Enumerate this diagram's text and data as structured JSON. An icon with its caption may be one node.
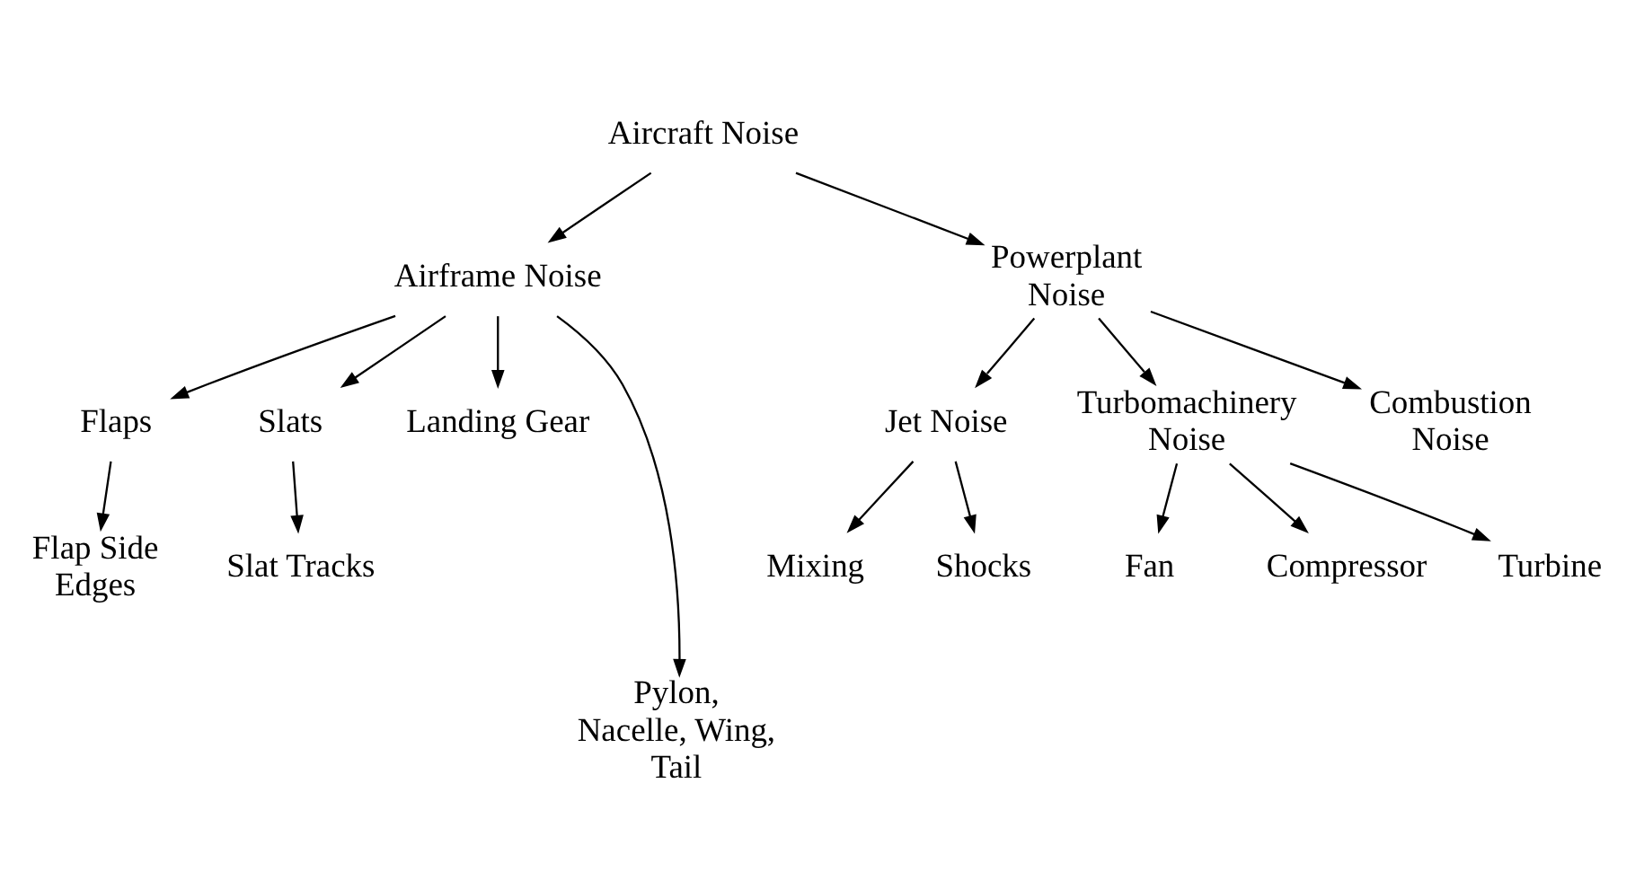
{
  "diagram": {
    "nodes": [
      {
        "text": [
          "Aircraft Noise"
        ]
      },
      {
        "text": [
          "Airframe Noise"
        ]
      },
      {
        "text": [
          "Powerplant Noise"
        ]
      },
      {
        "text": [
          "Flaps"
        ]
      },
      {
        "text": [
          "Slats"
        ]
      },
      {
        "text": [
          "Landing Gear"
        ]
      },
      {
        "text": [
          "Jet Noise"
        ]
      },
      {
        "text": [
          "Turbomachinery Noise"
        ]
      },
      {
        "text": [
          "Combustion Noise"
        ]
      },
      {
        "text": [
          "Flap Side Edges"
        ]
      },
      {
        "text": [
          "Slat Tracks"
        ]
      },
      {
        "text": [
          "Mixing"
        ]
      },
      {
        "text": [
          "Shocks"
        ]
      },
      {
        "text": [
          "Fan"
        ]
      },
      {
        "text": [
          "Compressor"
        ]
      },
      {
        "text": [
          "Turbine"
        ]
      },
      {
        "text": [
          "Pylon, Nacelle, Wing, Tail"
        ]
      }
    ],
    "edges": [
      {
        "from": 0,
        "to": 1,
        "arrow": "to"
      },
      {
        "from": 0,
        "to": 2,
        "arrow": "to"
      },
      {
        "from": 1,
        "to": 3,
        "arrow": "to"
      },
      {
        "from": 1,
        "to": 4,
        "arrow": "to"
      },
      {
        "from": 1,
        "to": 16,
        "arrow": "to"
      },
      {
        "from": 1,
        "to": 5,
        "arrow": "to"
      },
      {
        "from": 2,
        "to": 6,
        "arrow": "to"
      },
      {
        "from": 2,
        "to": 7,
        "arrow": "to"
      },
      {
        "from": 2,
        "to": 8,
        "arrow": "to"
      },
      {
        "from": 3,
        "to": 9,
        "arrow": "to"
      },
      {
        "from": 4,
        "to": 10,
        "arrow": "to"
      },
      {
        "from": 6,
        "to": 11,
        "arrow": "to"
      },
      {
        "from": 6,
        "to": 12,
        "arrow": "to"
      },
      {
        "from": 7,
        "to": 13,
        "arrow": "to"
      },
      {
        "from": 7,
        "to": 14,
        "arrow": "to"
      },
      {
        "from": 7,
        "to": 15,
        "arrow": "to"
      }
    ]
  }
}
